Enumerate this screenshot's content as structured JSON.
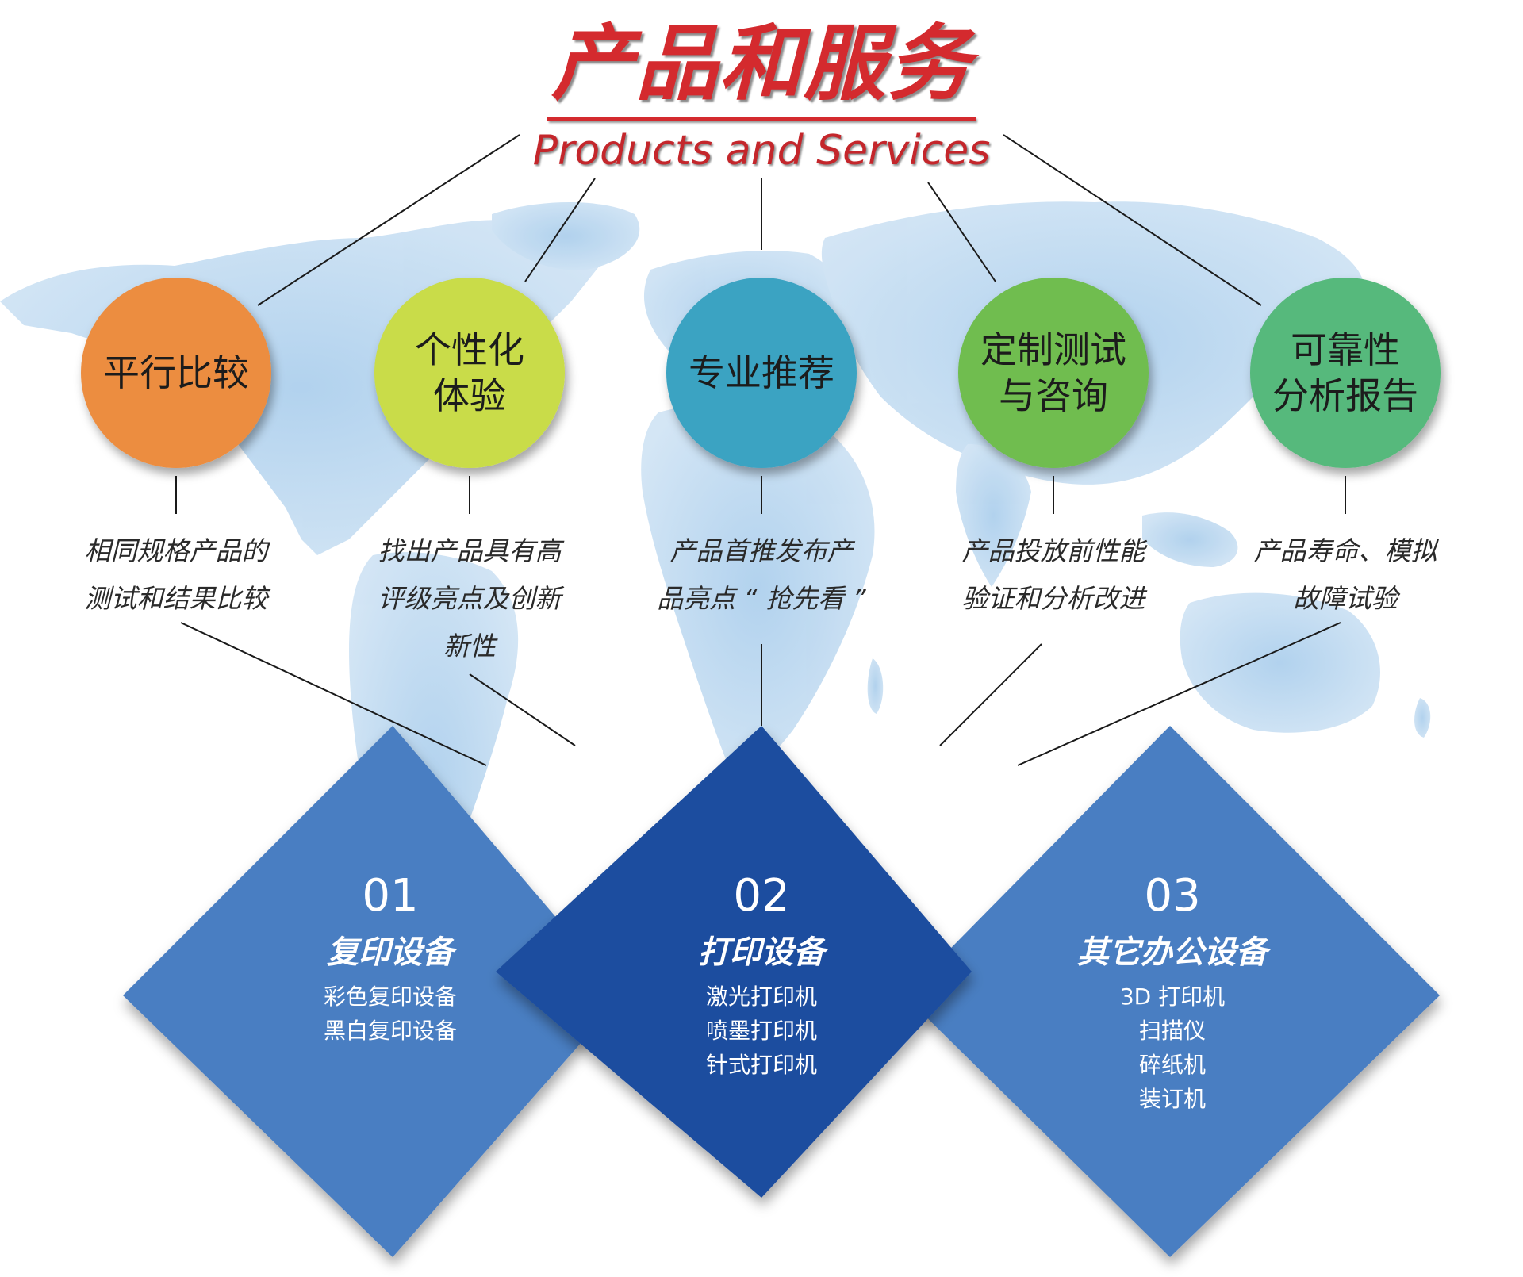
{
  "header": {
    "title_cn": "产品和服务",
    "title_en": "Products and Services"
  },
  "colors": {
    "title_red": "#d42a2e",
    "services": [
      "#ec8d41",
      "#c9dc48",
      "#3ba3c2",
      "#6fbd50",
      "#57b97c"
    ],
    "diamond_light": "#4a7ec2",
    "diamond_dark": "#1f4e9f",
    "map": "#b8d6ee"
  },
  "services": [
    {
      "label": "平行比较",
      "description": [
        "相同规格产品的",
        "测试和结果比较"
      ]
    },
    {
      "label": "个性化\n体验",
      "description": [
        "找出产品具有高",
        "评级亮点及创新",
        "新性"
      ]
    },
    {
      "label": "专业推荐",
      "description": [
        "产品首推发布产",
        "品亮点 “ 抢先看 ”"
      ]
    },
    {
      "label": "定制测试\n与咨询",
      "description": [
        "产品投放前性能",
        "验证和分析改进"
      ]
    },
    {
      "label": "可靠性\n分析报告",
      "description": [
        "产品寿命、模拟",
        "故障试验"
      ]
    }
  ],
  "categories": [
    {
      "number": "01",
      "title": "复印设备",
      "items": [
        "彩色复印设备",
        "黑白复印设备"
      ]
    },
    {
      "number": "02",
      "title": "打印设备",
      "items": [
        "激光打印机",
        "喷墨打印机",
        "针式打印机"
      ]
    },
    {
      "number": "03",
      "title": "其它办公设备",
      "items": [
        "3D 打印机",
        "扫描仪",
        "碎纸机",
        "装订机"
      ]
    }
  ]
}
